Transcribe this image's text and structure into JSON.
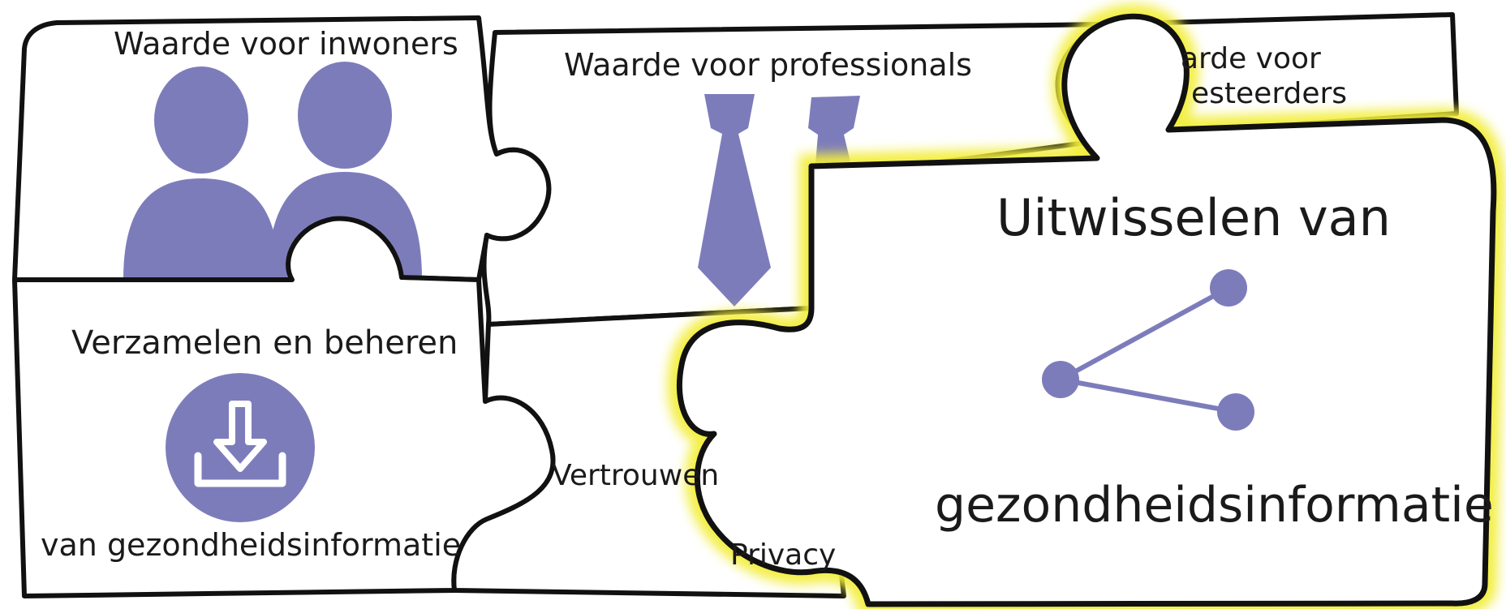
{
  "pieces": {
    "inwoners": {
      "title": "Waarde voor inwoners"
    },
    "professionals": {
      "title": "Waarde voor professionals"
    },
    "investeerders": {
      "title_line1": "arde voor",
      "title_line2": "esteerders"
    },
    "verzamelen": {
      "title": "Verzamelen en beheren",
      "subtitle": "van gezondheidsinformatie",
      "icon": "download-icon"
    },
    "vertrouwen": {
      "label": "Vertrouwen"
    },
    "privacy": {
      "label": "Privacy"
    },
    "uitwisselen": {
      "title": "Uitwisselen van",
      "subtitle": "gezondheidsinformatie",
      "icon": "share-icon"
    }
  },
  "colors": {
    "accent": "#7d7cbb",
    "outline": "#111111",
    "highlight": "#f2ee3a",
    "background": "#ffffff"
  }
}
